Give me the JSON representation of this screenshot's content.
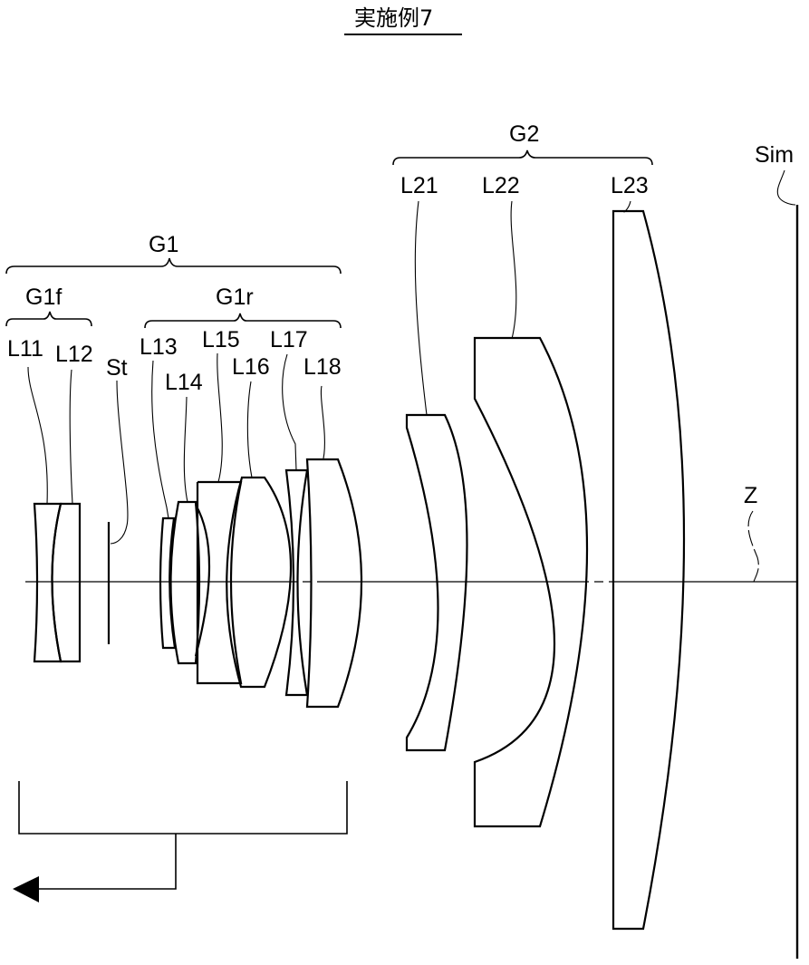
{
  "title": "実施例7",
  "groups": {
    "g1": "G1",
    "g1f": "G1f",
    "g1r": "G1r",
    "g2": "G2"
  },
  "elements": {
    "l11": "L11",
    "l12": "L12",
    "st": "St",
    "l13": "L13",
    "l14": "L14",
    "l15": "L15",
    "l16": "L16",
    "l17": "L17",
    "l18": "L18",
    "l21": "L21",
    "l22": "L22",
    "l23": "L23",
    "sim": "Sim",
    "z": "Z"
  },
  "colors": {
    "line": "#000000",
    "background": "#ffffff"
  }
}
